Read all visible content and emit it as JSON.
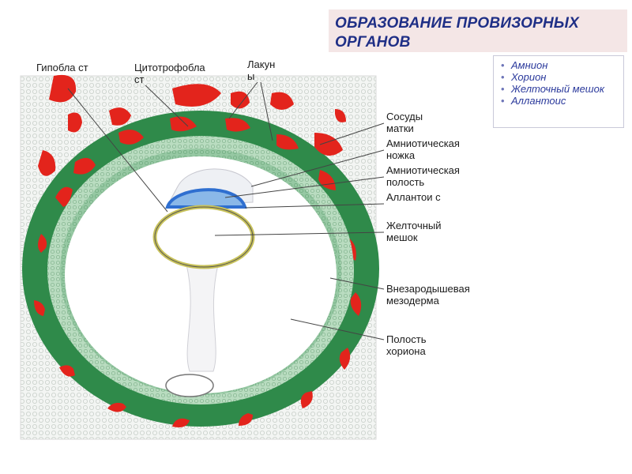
{
  "title": "ОБРАЗОВАНИЕ ПРОВИЗОРНЫХ ОРГАНОВ",
  "side_list": [
    "Амнион",
    "Хорион",
    "Желточный мешок",
    "Аллантоис"
  ],
  "labels": {
    "hypoblast": "Гипобла ст",
    "cytotrophoblast": "Цитотрофобла ст",
    "lacunae": "Лакун ы",
    "uterine_vessels": "Сосуды матки",
    "amniotic_stalk": "Амниотическая ножка",
    "amniotic_cavity": "Амниотическая полость",
    "allantois": "Аллантои с",
    "yolk_sac": "Желточный мешок",
    "extraembryonic_mesoderm": "Внезародышевая мезодерма",
    "chorion_cavity": "Полость хориона"
  },
  "colors": {
    "title_text": "#1f2f86",
    "title_bg": "#f4e6e6",
    "list_text": "#2b3a9c",
    "trophoblast_green": "#2f8a4a",
    "mesoderm_light_green": "#b9dcc0",
    "lacuna_red": "#e3241c",
    "amnion_blue": "#2f6fd0",
    "yolk_wall": "#c8c25a"
  }
}
